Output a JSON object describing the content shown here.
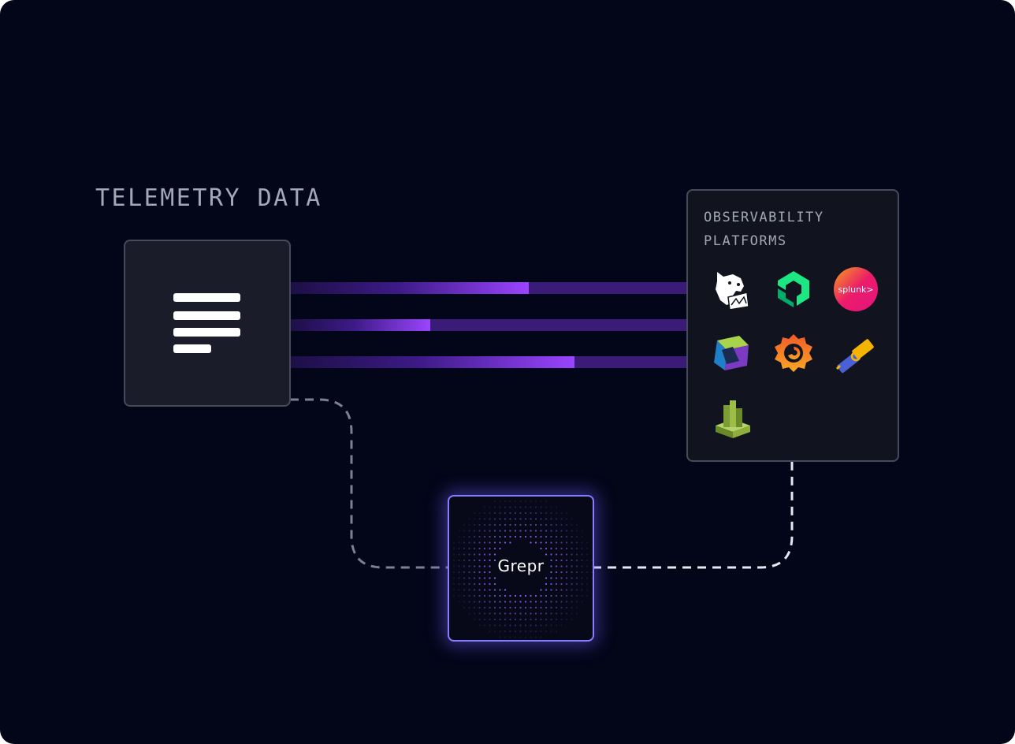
{
  "telemetry": {
    "title": "TELEMETRY DATA"
  },
  "platforms": {
    "title": "OBSERVABILITY PLATFORMS",
    "logos": [
      "datadog-dog-icon",
      "new-relic-hexagon-icon",
      "splunk-logo",
      "cube-icon",
      "grafana-swirl-icon",
      "telescope-icon",
      "aws-cloudwatch-icon"
    ],
    "splunk_text": "splunk>"
  },
  "grepr": {
    "name": "Grepr"
  },
  "colors": {
    "background": "#030619",
    "stream_dark": "#2a1660",
    "stream_bright": "#8f3dff",
    "accent_border": "#8a7cff",
    "dashed_line": "#7d8090"
  }
}
